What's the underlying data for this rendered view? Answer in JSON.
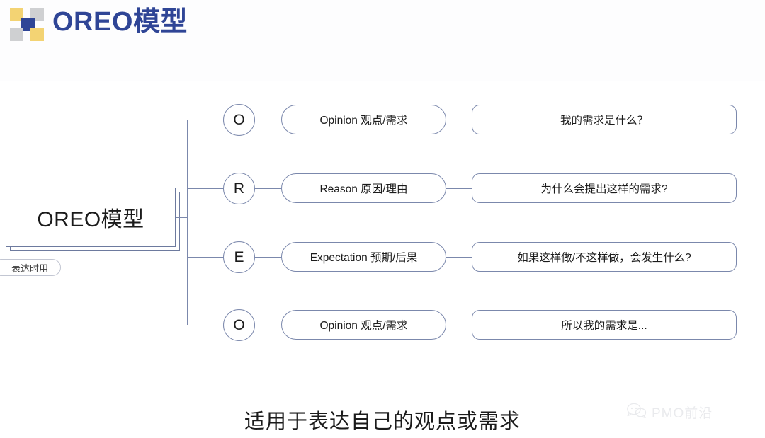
{
  "header": {
    "logo_icon": "checkerboard-logo",
    "logo_colors": {
      "yellow": "#f3d373",
      "gray": "#cfd0d2",
      "navy": "#2f4596"
    },
    "title": "OREO模型",
    "title_color": "#2f4596"
  },
  "root": {
    "label": "OREO模型",
    "tag": "表达时用"
  },
  "rows": [
    {
      "letter": "O",
      "middle": "Opinion 观点/需求",
      "right": "我的需求是什么？"
    },
    {
      "letter": "R",
      "middle": "Reason 原因/理由",
      "right": "为什么会提出这样的需求?"
    },
    {
      "letter": "E",
      "middle": "Expectation 预期/后果",
      "right": "如果这样做/不这样做，会发生什么?"
    },
    {
      "letter": "O",
      "middle": "Opinion 观点/需求",
      "right": "所以我的需求是..."
    }
  ],
  "caption": "适用于表达自己的观点或需求",
  "watermark": {
    "icon": "wechat-bubble-icon",
    "text": "PMO前沿"
  },
  "colors": {
    "line": "#7b88ac",
    "text": "#1b1b1b",
    "background": "#ffffff"
  }
}
